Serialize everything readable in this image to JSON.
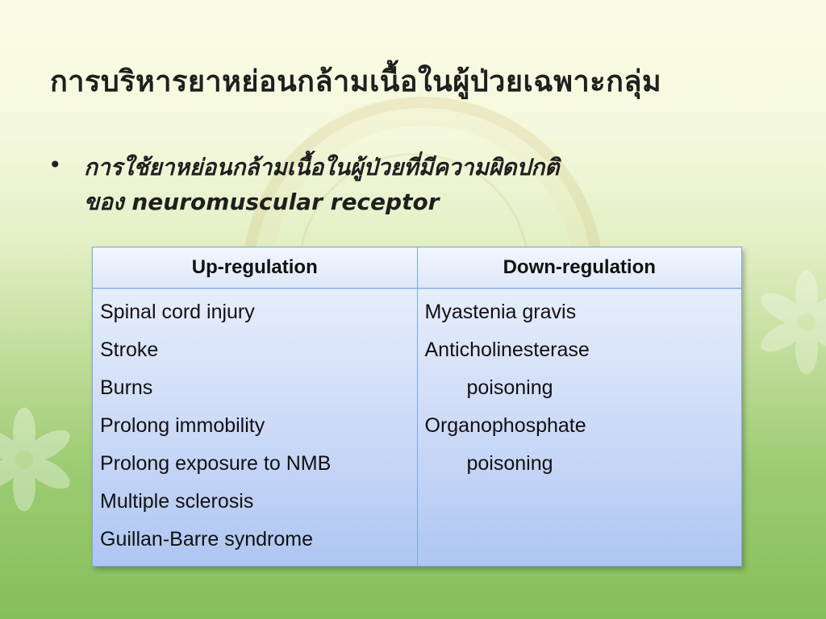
{
  "slide": {
    "title": "การบริหารยาหย่อนกล้ามเนื้อในผู้ป่วยเฉพาะกลุ่ม",
    "bullet": {
      "symbol": "•",
      "line1": "การใช้ยาหย่อนกล้ามเนื้อในผู้ป่วยที่มีความผิดปกติ",
      "line2": "ของ neuromuscular receptor"
    }
  },
  "table": {
    "headers": [
      "Up-regulation",
      "Down-regulation"
    ],
    "up_regulation": [
      "Spinal cord injury",
      "Stroke",
      "Burns",
      "Prolong immobility",
      "Prolong exposure to NMB",
      "Multiple sclerosis",
      "Guillan-Barre syndrome"
    ],
    "down_regulation": [
      "Myastenia gravis",
      "Anticholinesterase",
      "poisoning",
      "Organophosphate",
      "poisoning"
    ]
  },
  "colors": {
    "header_bg": "#dde8f8",
    "body_bg_bottom": "#aec6f2",
    "border": "#7fa6da",
    "background_bottom": "#86bf5a"
  },
  "icons": {
    "background_decoration": [
      "seal-emblem",
      "flower-icon"
    ]
  }
}
